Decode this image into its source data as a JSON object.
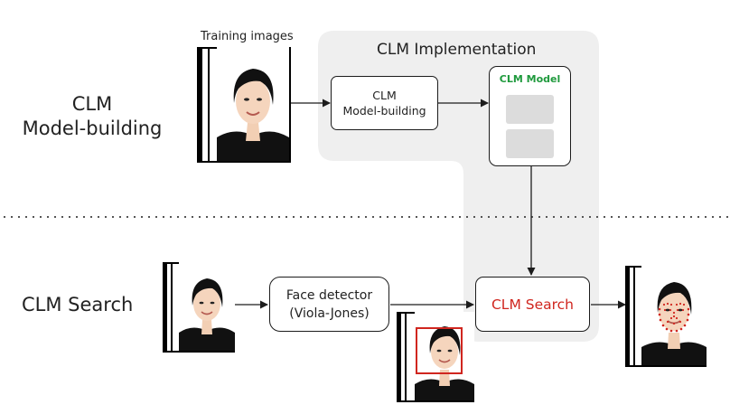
{
  "sections": {
    "building_label_line1": "CLM",
    "building_label_line2": "Model-building",
    "search_label": "CLM Search"
  },
  "training": {
    "caption": "Training images"
  },
  "implementation": {
    "title": "CLM Implementation"
  },
  "boxes": {
    "clm_builder_line1": "CLM",
    "clm_builder_line2": "Model-building",
    "clm_model_title": "CLM Model",
    "face_detector_line1": "Face detector",
    "face_detector_line2": "(Viola-Jones)",
    "clm_search": "CLM Search"
  },
  "colors": {
    "model_title": "#1f9a3d",
    "search_text": "#d0261f",
    "detection_box": "#d0261f",
    "landmarks": "#d0261f",
    "panel": "#efefef"
  }
}
